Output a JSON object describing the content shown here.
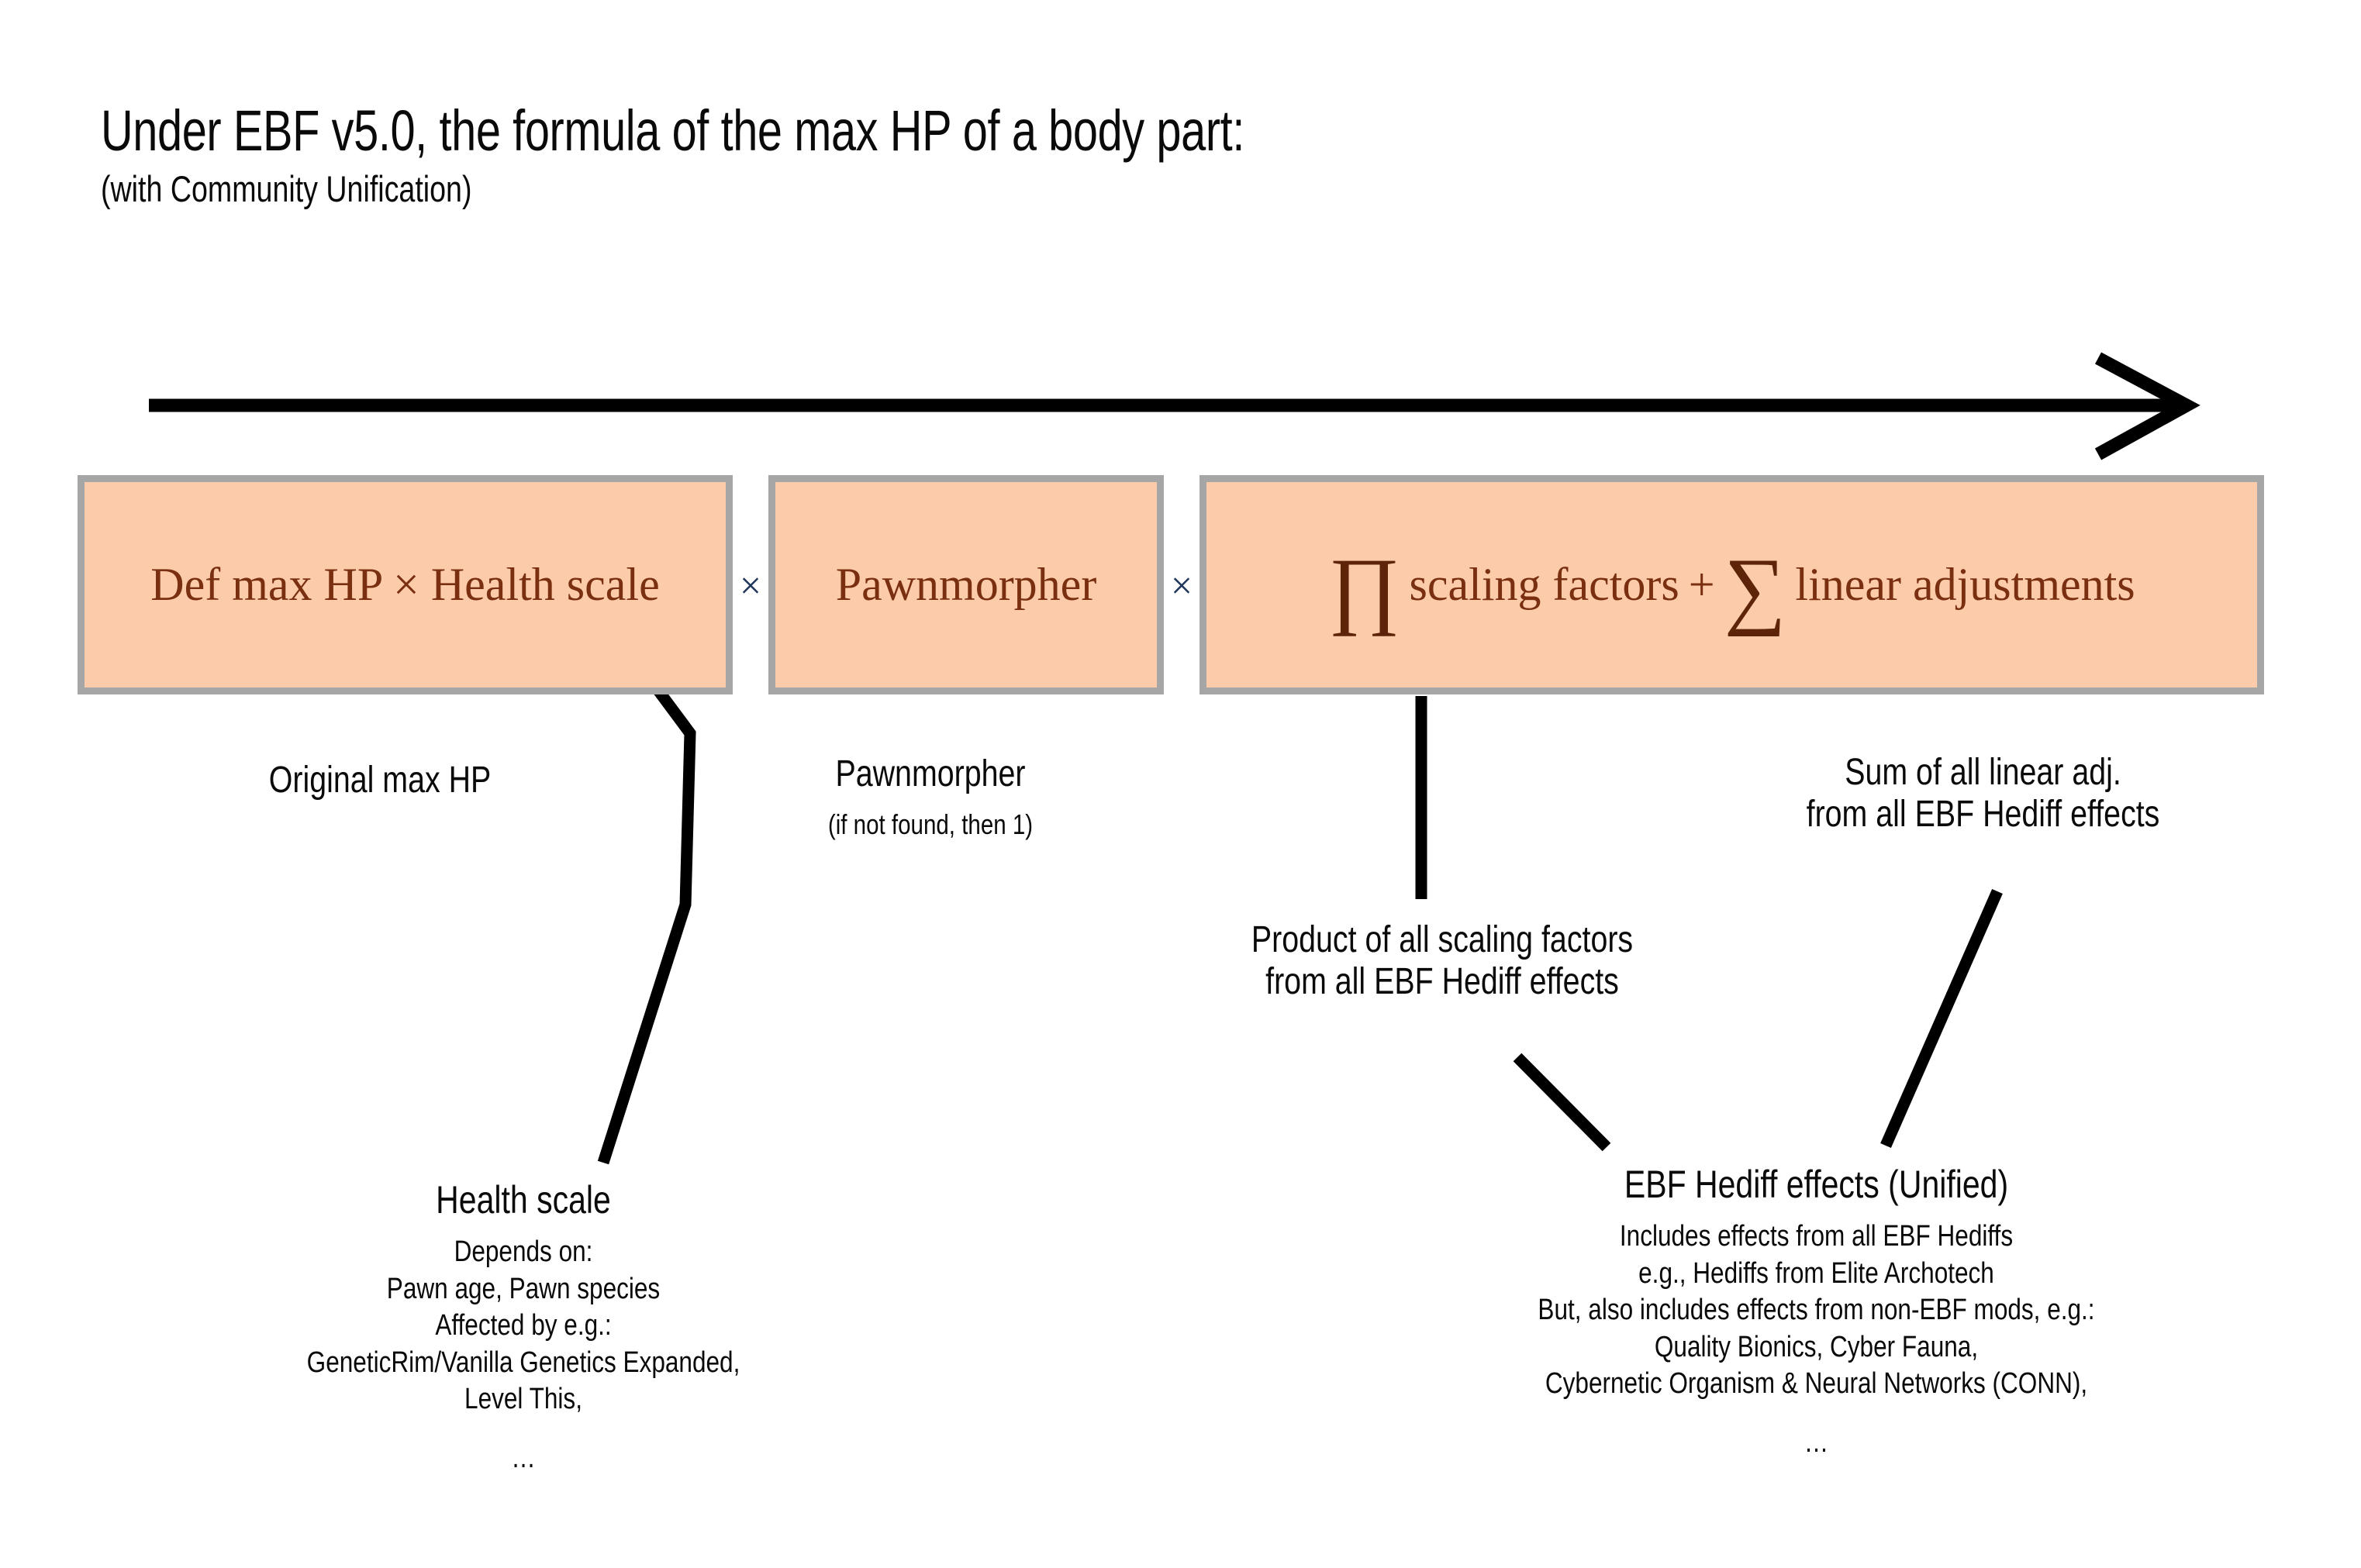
{
  "title": {
    "main": "Under EBF v5.0, the formula of the max HP of a body part:",
    "subtitle": "(with Community Unification)"
  },
  "formula": {
    "box_base": "Def max HP × Health scale",
    "multiply_1": "×",
    "box_pawnmorpher": "Pawnmorpher",
    "multiply_2": "×",
    "product_symbol": "∏",
    "product_text": "scaling factors",
    "plus_symbol": "+",
    "sum_symbol": "∑",
    "sum_text": "linear adjustments"
  },
  "callouts": {
    "original_max_hp": {
      "head": "Original max HP"
    },
    "pawnmorpher": {
      "head": "Pawnmorpher",
      "sub": "(if not found, then 1)"
    },
    "product": {
      "line1": "Product of all scaling factors",
      "line2": "from all EBF Hediff effects"
    },
    "sum": {
      "line1": "Sum of all linear adj.",
      "line2": "from all EBF Hediff effects"
    },
    "health_scale": {
      "head": "Health scale",
      "lines": [
        "Depends on:",
        "Pawn age, Pawn species",
        "Affected by e.g.:",
        "GeneticRim/Vanilla Genetics Expanded,",
        "Level This,",
        "",
        "…"
      ]
    },
    "ebf_hediff_effects": {
      "head": "EBF Hediff effects (Unified)",
      "lines": [
        "Includes effects from all EBF Hediffs",
        "e.g., Hediffs from Elite Archotech",
        "But, also includes effects from non-EBF mods, e.g.:",
        "Quality Bionics, Cyber Fauna,",
        "Cybernetic Organism & Neural Networks (CONN),",
        "",
        "…"
      ]
    }
  },
  "colors": {
    "box_fill": "#FBCBAA",
    "box_border": "#A6A6A6",
    "formula_text": "#7A3010",
    "multiply_sign": "#21375E",
    "line": "#000000",
    "background": "#FFFFFF"
  },
  "arrow": {
    "name": "flow-arrow-right",
    "direction": "right"
  }
}
